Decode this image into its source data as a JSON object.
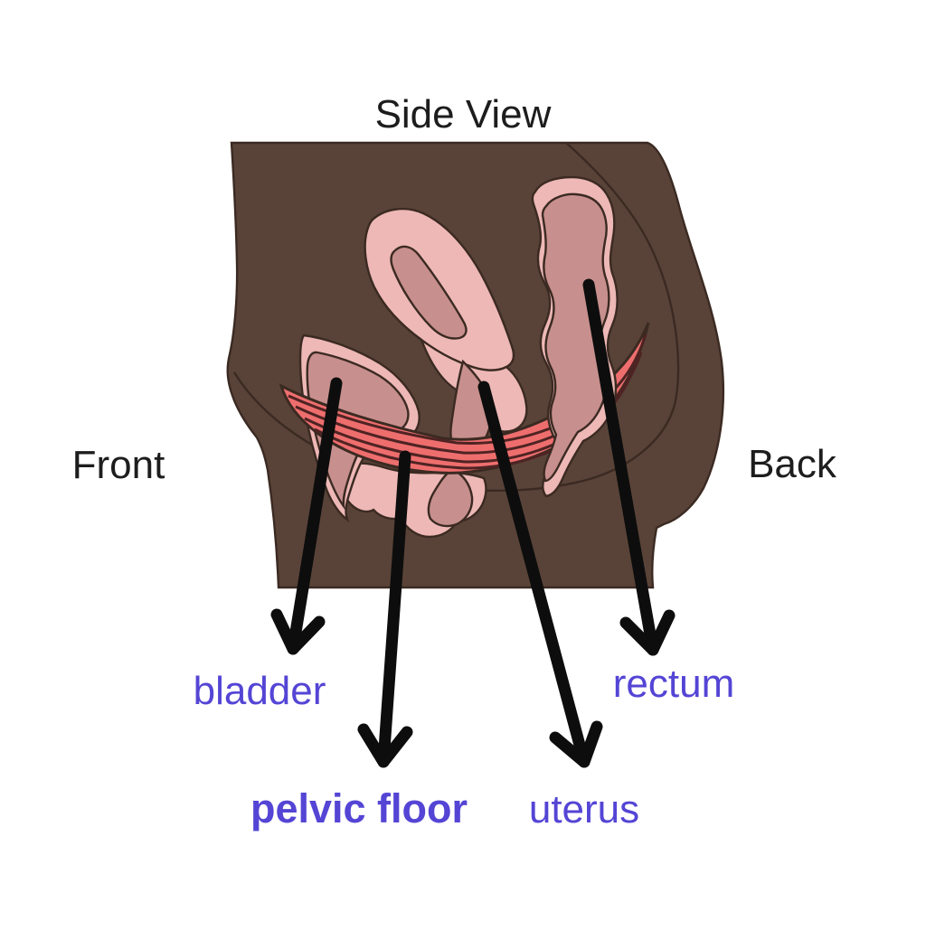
{
  "title": "Side View",
  "orientation_labels": {
    "front": "Front",
    "back": "Back"
  },
  "part_labels": {
    "bladder": "bladder",
    "pelvic_floor": "pelvic floor",
    "uterus": "uterus",
    "rectum": "rectum"
  },
  "colors": {
    "background": "#ffffff",
    "body_skin": "#594338",
    "outline": "#3b2a22",
    "organ_outer_pink": "#edb8b6",
    "organ_inner_mauve": "#c78f8d",
    "muscle_red": "#ee6e6e",
    "muscle_stripe": "#4f2323",
    "arrow_black": "#0d0d0d",
    "heading_text": "#1d1d1d",
    "label_purple": "#5445d5"
  }
}
